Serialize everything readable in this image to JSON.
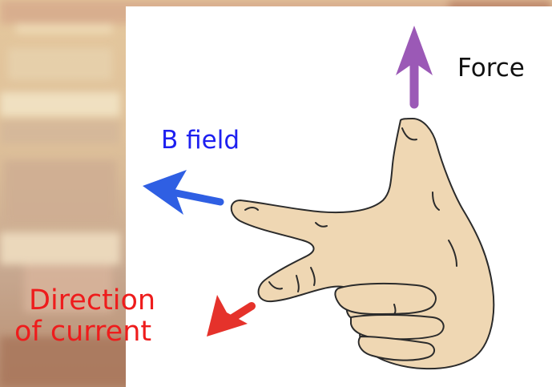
{
  "labels": {
    "force": "Force",
    "b_field": "B field",
    "current_line1": "Direction",
    "current_line2": "of current"
  },
  "colors": {
    "force_arrow": "#9b59b6",
    "b_field_arrow": "#2f5fe3",
    "current_arrow": "#e5322b",
    "b_field_text": "#1e20f0",
    "current_text": "#ee1c1c",
    "skin": "#efd7b3",
    "panel": "#ffffff"
  },
  "icons": {
    "hand": "left-hand-icon"
  }
}
